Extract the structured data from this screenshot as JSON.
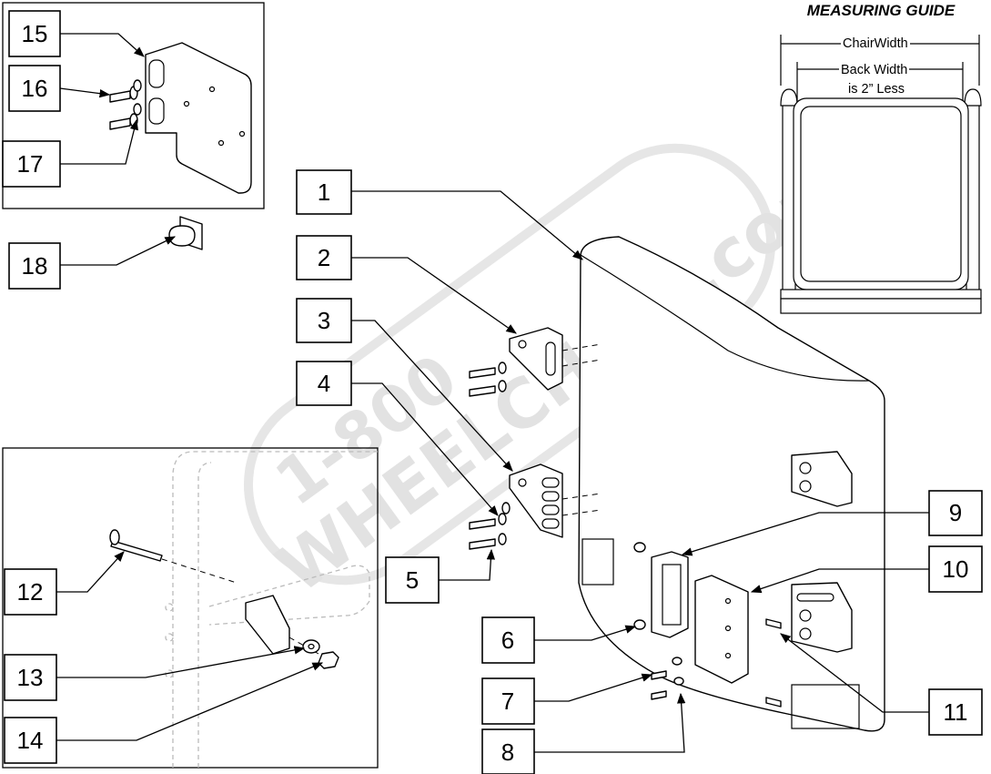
{
  "measuring_guide": {
    "title": "MEASURING GUIDE",
    "chair_width_label": "ChairWidth",
    "back_width_line1": "Back Width",
    "back_width_line2": "is 2” Less"
  },
  "watermark": {
    "line1": "1-800",
    "line2": "WHEELCHAIR.com"
  },
  "callouts": {
    "c1": "1",
    "c2": "2",
    "c3": "3",
    "c4": "4",
    "c5": "5",
    "c6": "6",
    "c7": "7",
    "c8": "8",
    "c9": "9",
    "c10": "10",
    "c11": "11",
    "c12": "12",
    "c13": "13",
    "c14": "14",
    "c15": "15",
    "c16": "16",
    "c17": "17",
    "c18": "18"
  }
}
